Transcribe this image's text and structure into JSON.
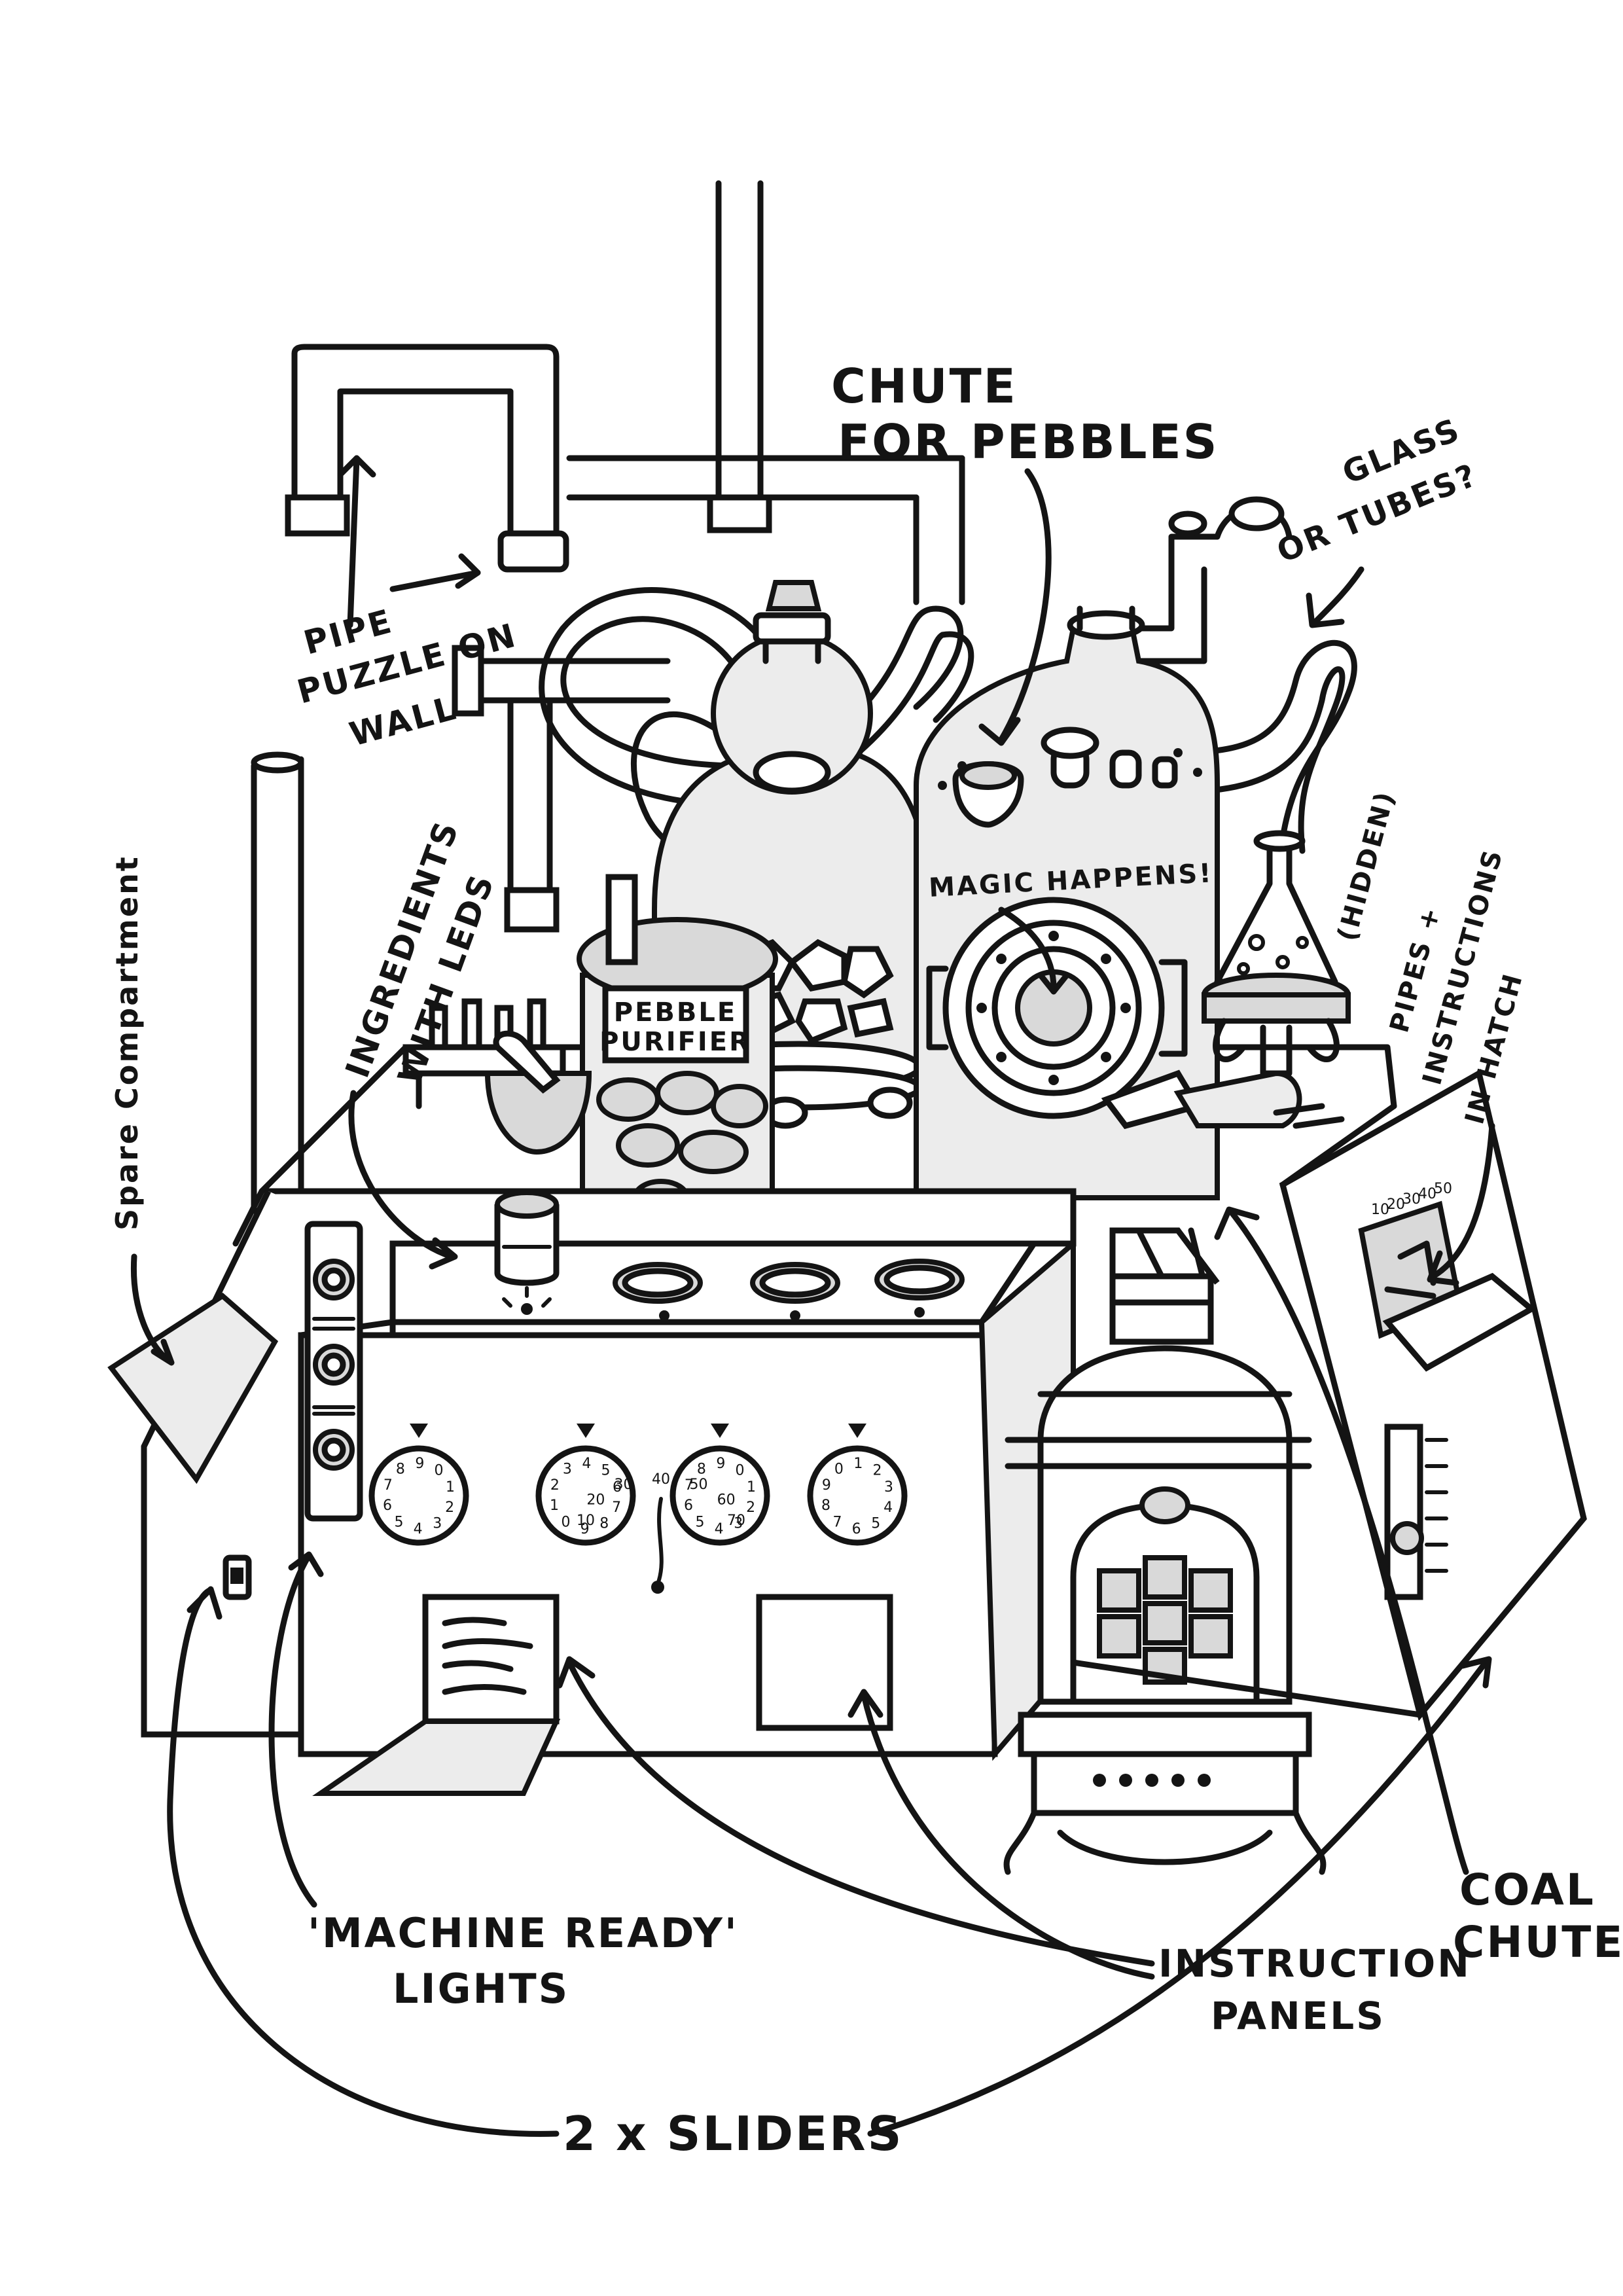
{
  "labels": {
    "chute_for_pebbles": [
      "CHUTE",
      "FOR PEBBLES"
    ],
    "glass_or_tubes": [
      "GLASS",
      "OR TUBES?"
    ],
    "pipe_puzzle": [
      "PIPE",
      "PUZZLE ON",
      "WALL"
    ],
    "ingredients": [
      "INGREDIENTS",
      "WITH LEDS"
    ],
    "spare_compartment": "Spare Compartment",
    "magic_happens": "MAGIC HAPPENS!",
    "hidden_pipes": [
      "(HIDDEN)",
      "PIPES +",
      "INSTRUCTIONS",
      "IN HATCH"
    ],
    "pebble_purifier": [
      "PEBBLE",
      "PURIFIER"
    ],
    "machine_ready_lights": [
      "'MACHINE READY'",
      "LIGHTS"
    ],
    "instruction_panels": [
      "INSTRUCTION",
      "PANELS"
    ],
    "coal_chute": [
      "COAL",
      "CHUTE"
    ],
    "sliders": "2 x SLIDERS"
  },
  "dials": [
    [
      "8",
      "9",
      "0",
      "1",
      "2",
      "3",
      "4",
      "5",
      "6",
      "7"
    ],
    [
      "3",
      "4",
      "5",
      "6",
      "7",
      "8",
      "9",
      "0",
      "1",
      "2"
    ],
    [
      "8",
      "9",
      "0",
      "1",
      "2",
      "3",
      "4",
      "5",
      "6",
      "7"
    ],
    [
      "0",
      "1",
      "2",
      "3",
      "4",
      "5",
      "6",
      "7",
      "8",
      "9"
    ]
  ],
  "gauge_scale": [
    "10",
    "20",
    "30",
    "40",
    "50",
    "60",
    "70"
  ],
  "hatch_scale": [
    "10",
    "20",
    "30",
    "40",
    "50"
  ]
}
